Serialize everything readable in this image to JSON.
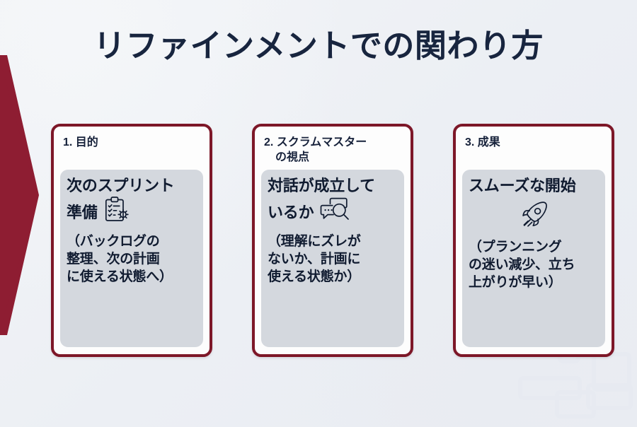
{
  "slide": {
    "title": "リファインメントでの関わり方",
    "background_color": "#eff1f5",
    "title_color": "#18253f",
    "accent_color": "#7d1728",
    "card_body_color": "#d4d8de"
  },
  "decoration": {
    "left_chevron_name": "left-red-chevron",
    "left_chevron_color": "#8e1d32"
  },
  "cards": [
    {
      "header": "1. 目的",
      "headline": "次のスプリント\n準備",
      "icon": "clipboard-gear-icon",
      "icon_position": "inline",
      "note": "（バックログの\n整理、次の計画\nに使える状態へ）"
    },
    {
      "header": "2. スクラムマスター\n　の視点",
      "headline": "対話が成立して\nいるか",
      "icon": "speech-bubble-magnifier-icon",
      "icon_position": "inline",
      "note": "（理解にズレが\nないか、計画に\n使える状態か）"
    },
    {
      "header": "3. 成果",
      "headline": "スムーズな開始",
      "icon": "rocket-icon",
      "icon_position": "block",
      "note": "（プランニング\nの迷い減少、立ち\n上がりが早い）"
    }
  ]
}
